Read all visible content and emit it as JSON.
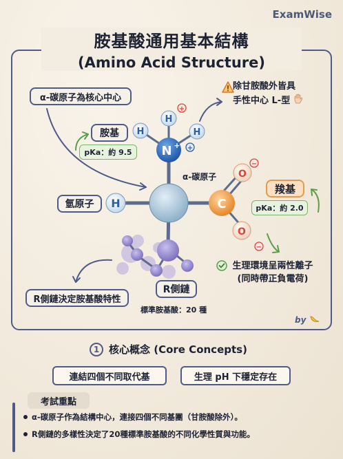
{
  "brand": "ExamWise",
  "title_zh": "胺基酸通用基本結構",
  "title_en": "(Amino Acid Structure)",
  "labels": {
    "alpha_center_box": "α-碳原子為核心中心",
    "amine_box": "胺基",
    "amine_pka": "pKa：約 9.5",
    "chiral_note_line1": "除甘胺酸外皆具",
    "chiral_note_line2": "手性中心 L-型",
    "alpha_carbon": "α-碳原子",
    "hydrogen_box": "氫原子",
    "carboxyl_box": "羧基",
    "carboxyl_pka": "pKa：約 2.0",
    "zwitterion_line1": "生理環境呈兩性離子",
    "zwitterion_line2": "(同時帶正負電荷)",
    "r_chain_box": "R側鏈",
    "r_chain_note": "R側鏈決定胺基酸特性",
    "standard_count": "標準胺基酸：20 種",
    "by": "by"
  },
  "atoms": {
    "N": "N",
    "N_charge": "+",
    "H": "H",
    "C": "C",
    "O": "O",
    "plus": "+",
    "minus": "−"
  },
  "core": {
    "number": "1",
    "title": "核心概念 (Core Concepts)",
    "pill_1": "連結四個不同取代基",
    "pill_2": "生理 pH 下穩定存在"
  },
  "exam": {
    "title": "考試重點",
    "points": [
      "α-碳原子作為結構中心，連接四個不同基團（甘胺酸除外）。",
      "R側鏈的多樣性決定了20種標準胺基酸的不同化學性質與功能。"
    ]
  },
  "colors": {
    "frame": "#4d5b86",
    "nitrogen": "#2e6fc4",
    "carbon_alpha": "#a9c3d6",
    "carbon_carboxyl": "#f0a24b",
    "oxygen": "#f6e5d8",
    "hydrogen": "#dce9f4",
    "r_chain": "#8b7fc4",
    "green_arrow": "#5c9e4a"
  },
  "icons": {
    "warning": "warning-icon",
    "check": "check-icon",
    "hand": "hand-icon",
    "banana": "banana-icon"
  }
}
